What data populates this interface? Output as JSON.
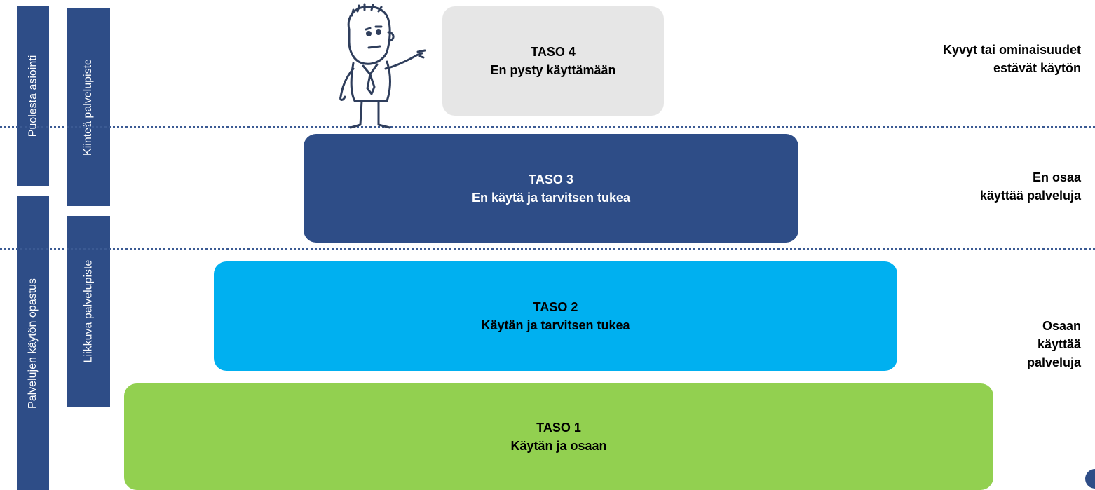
{
  "sidebar": {
    "puolesta_asiointi": "Puolesta asiointi",
    "kiintea_palvelupiste": "Kiinteä palvelupiste",
    "palvelujen_opastus": "Palvelujen käytön opastus",
    "liikkuva_palvelupiste": "Liikkuva palvelupiste"
  },
  "levels": [
    {
      "title": "TASO 4",
      "subtitle": "En pysty käyttämään",
      "color": "#e6e6e6"
    },
    {
      "title": "TASO 3",
      "subtitle": "En käytä ja tarvitsen tukea",
      "color": "#2e4d87"
    },
    {
      "title": "TASO 2",
      "subtitle": "Käytän ja tarvitsen tukea",
      "color": "#00b0f0"
    },
    {
      "title": "TASO 1",
      "subtitle": "Käytän ja osaan",
      "color": "#92d050"
    }
  ],
  "side_labels": {
    "top": [
      "Kyvyt tai ominaisuudet",
      "estävät käytön"
    ],
    "middle": [
      "En osaa",
      "käyttää palveluja"
    ],
    "bottom": [
      "Osaan",
      "käyttää",
      "palveluja"
    ]
  },
  "illustration": {
    "icon": "pointing-man-icon"
  }
}
